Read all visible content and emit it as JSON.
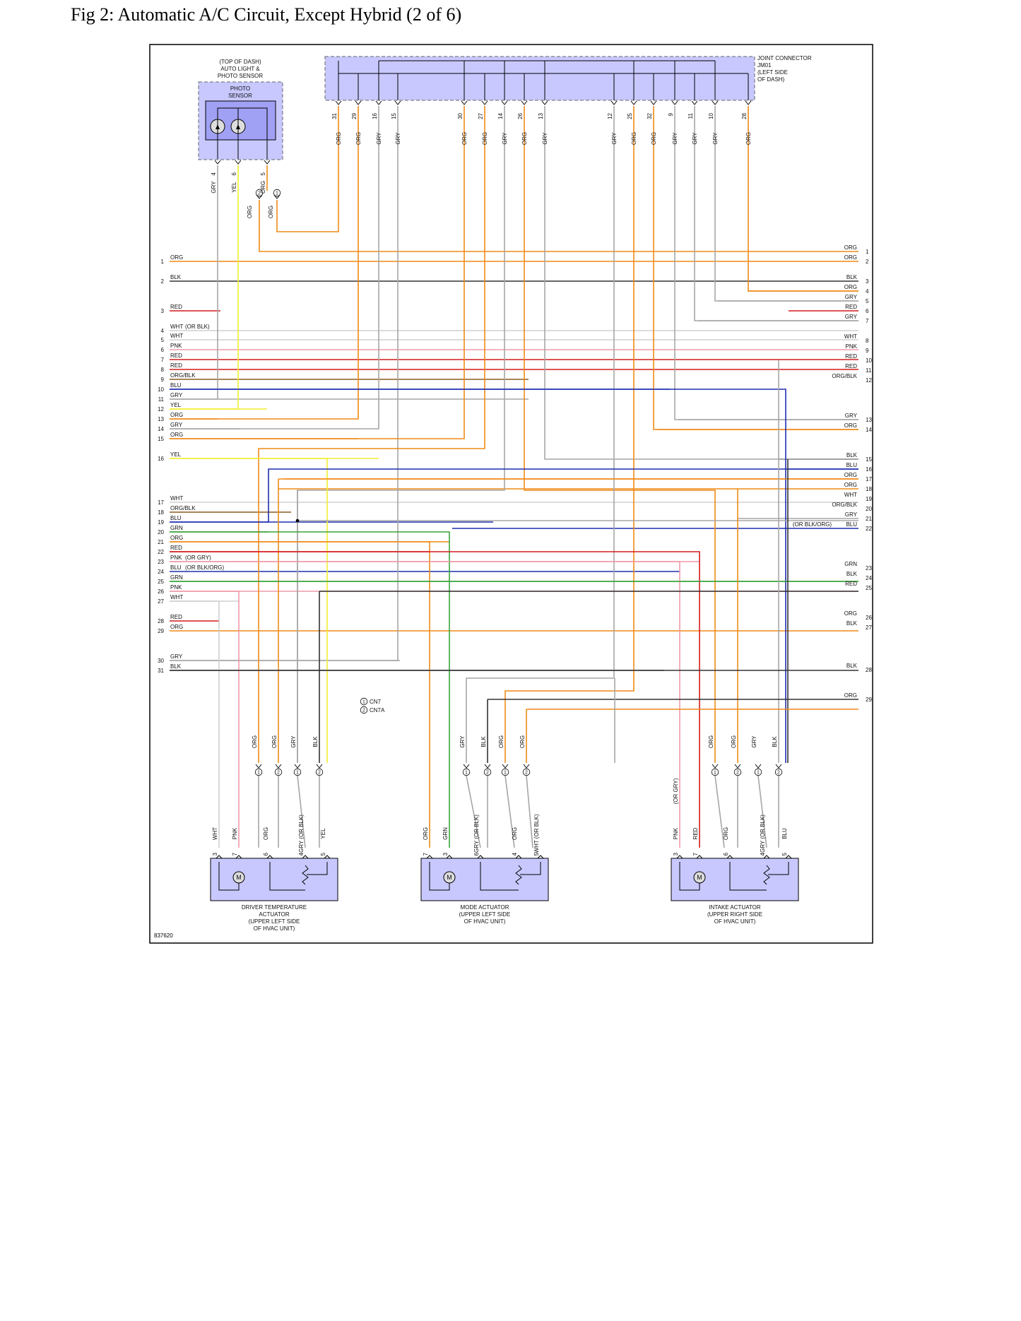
{
  "title": "Fig 2: Automatic A/C Circuit, Except Hybrid (2 of 6)",
  "figure_id": "837620",
  "colors": {
    "ORG": "#ef8a17",
    "BLK": "#333333",
    "RED": "#d41b1b",
    "GRY": "#a6a6a6",
    "WHT": "#d0d0d0",
    "PNK": "#ef9aa8",
    "BLU": "#1f2fb0",
    "YEL": "#f2ee30",
    "GRN": "#3aa33a",
    "ORG/BLK": "#8b5a1e",
    "box": "#c8c8ff",
    "box_inner": "#a0a0f4",
    "frame": "#000000"
  },
  "photo_sensor": {
    "caption": [
      "(TOP OF DASH)",
      "AUTO LIGHT &",
      "PHOTO SENSOR"
    ],
    "inner_label": [
      "PHOTO",
      "SENSOR"
    ],
    "pins": [
      {
        "num": "4",
        "color": "GRY"
      },
      {
        "num": "6",
        "color": "YEL"
      },
      {
        "num": "5",
        "color": "ORG"
      }
    ]
  },
  "joint_connector": {
    "label": [
      "JOINT CONNECTOR",
      "JM01",
      "(LEFT SIDE",
      "OF DASH)"
    ],
    "pins": [
      {
        "num": "31",
        "color": "ORG"
      },
      {
        "num": "29",
        "color": "ORG"
      },
      {
        "num": "16",
        "color": "GRY"
      },
      {
        "num": "15",
        "color": "GRY"
      },
      {
        "num": "30",
        "color": "ORG"
      },
      {
        "num": "27",
        "color": "ORG"
      },
      {
        "num": "14",
        "color": "GRY"
      },
      {
        "num": "26",
        "color": "ORG"
      },
      {
        "num": "13",
        "color": "GRY"
      },
      {
        "num": "12",
        "color": "GRY"
      },
      {
        "num": "25",
        "color": "ORG"
      },
      {
        "num": "32",
        "color": "ORG"
      },
      {
        "num": "9",
        "color": "GRY"
      },
      {
        "num": "11",
        "color": "GRY"
      },
      {
        "num": "10",
        "color": "GRY"
      },
      {
        "num": "28",
        "color": "ORG"
      }
    ]
  },
  "sensor_junction_labels": [
    "ORG",
    "ORG"
  ],
  "cn_legend": [
    {
      "mark": "1",
      "label": "CN7"
    },
    {
      "mark": "2",
      "label": "CN7A"
    }
  ],
  "left_bus": [
    {
      "num": "1",
      "color": "ORG"
    },
    {
      "num": "2",
      "color": "BLK"
    },
    {
      "num": "3",
      "color": "RED"
    },
    {
      "num": "4",
      "color": "WHT",
      "note": "(OR BLK)"
    },
    {
      "num": "5",
      "color": "WHT"
    },
    {
      "num": "6",
      "color": "PNK"
    },
    {
      "num": "7",
      "color": "RED"
    },
    {
      "num": "8",
      "color": "RED"
    },
    {
      "num": "9",
      "color": "ORG/BLK"
    },
    {
      "num": "10",
      "color": "BLU"
    },
    {
      "num": "11",
      "color": "GRY"
    },
    {
      "num": "12",
      "color": "YEL"
    },
    {
      "num": "13",
      "color": "ORG"
    },
    {
      "num": "14",
      "color": "GRY"
    },
    {
      "num": "15",
      "color": "ORG"
    },
    {
      "num": "16",
      "color": "YEL"
    },
    {
      "num": "17",
      "color": "WHT"
    },
    {
      "num": "18",
      "color": "ORG/BLK"
    },
    {
      "num": "19",
      "color": "BLU"
    },
    {
      "num": "20",
      "color": "GRN"
    },
    {
      "num": "21",
      "color": "ORG"
    },
    {
      "num": "22",
      "color": "RED"
    },
    {
      "num": "23",
      "color": "PNK",
      "note": "(OR GRY)"
    },
    {
      "num": "24",
      "color": "BLU",
      "note": "(OR BLK/ORG)"
    },
    {
      "num": "25",
      "color": "GRN"
    },
    {
      "num": "26",
      "color": "PNK"
    },
    {
      "num": "27",
      "color": "WHT"
    },
    {
      "num": "28",
      "color": "RED"
    },
    {
      "num": "29",
      "color": "ORG"
    },
    {
      "num": "30",
      "color": "GRY"
    },
    {
      "num": "31",
      "color": "BLK"
    }
  ],
  "right_bus": [
    {
      "num": "1",
      "color": "ORG"
    },
    {
      "num": "2",
      "color": "ORG"
    },
    {
      "num": "3",
      "color": "BLK"
    },
    {
      "num": "4",
      "color": "ORG"
    },
    {
      "num": "5",
      "color": "GRY"
    },
    {
      "num": "6",
      "color": "RED"
    },
    {
      "num": "7",
      "color": "GRY"
    },
    {
      "num": "8",
      "color": "WHT"
    },
    {
      "num": "9",
      "color": "PNK"
    },
    {
      "num": "10",
      "color": "RED"
    },
    {
      "num": "11",
      "color": "RED"
    },
    {
      "num": "12",
      "color": "ORG/BLK"
    },
    {
      "num": "13",
      "color": "GRY"
    },
    {
      "num": "14",
      "color": "ORG"
    },
    {
      "num": "15",
      "color": "BLK"
    },
    {
      "num": "16",
      "color": "BLU"
    },
    {
      "num": "17",
      "color": "ORG"
    },
    {
      "num": "18",
      "color": "ORG"
    },
    {
      "num": "19",
      "color": "WHT"
    },
    {
      "num": "20",
      "color": "ORG/BLK"
    },
    {
      "num": "21",
      "color": "GRY"
    },
    {
      "num": "22",
      "color": "BLU",
      "note": "(OR BLK/ORG)"
    },
    {
      "num": "23",
      "color": "GRN"
    },
    {
      "num": "24",
      "color": "BLK"
    },
    {
      "num": "25",
      "color": "RED"
    },
    {
      "num": "26",
      "color": "ORG"
    },
    {
      "num": "27",
      "color": "BLK"
    },
    {
      "num": "28",
      "color": "BLK"
    },
    {
      "num": "29",
      "color": "ORG"
    }
  ],
  "mid_connector_groups": [
    {
      "labels": [
        {
          "color": "ORG",
          "mark": "1"
        },
        {
          "color": "ORG",
          "mark": "2"
        }
      ]
    },
    {
      "labels": [
        {
          "color": "GRY",
          "mark": "1"
        },
        {
          "color": "BLK",
          "mark": "2"
        }
      ]
    },
    {
      "labels": [
        {
          "color": "GRY",
          "mark": "1"
        },
        {
          "color": "BLK",
          "mark": "2"
        }
      ]
    },
    {
      "labels": [
        {
          "color": "ORG",
          "mark": "1"
        },
        {
          "color": "ORG",
          "mark": "2"
        }
      ]
    },
    {
      "labels": [
        {
          "color": "ORG",
          "mark": "1"
        },
        {
          "color": "ORG",
          "mark": "2"
        }
      ]
    },
    {
      "labels": [
        {
          "color": "GRY",
          "mark": "1"
        },
        {
          "color": "BLK",
          "mark": "2"
        }
      ]
    }
  ],
  "actuators": [
    {
      "caption": [
        "DRIVER TEMPERATURE",
        "ACTUATOR",
        "(UPPER LEFT SIDE",
        "OF HVAC UNIT)"
      ],
      "pins": [
        {
          "num": "3",
          "label": "WHT"
        },
        {
          "num": "7",
          "label": "PNK"
        },
        {
          "num": "6",
          "label": "ORG"
        },
        {
          "num": "4",
          "label": "GRY (OR BLK)"
        },
        {
          "num": "5",
          "label": "YEL"
        }
      ],
      "motor": "M"
    },
    {
      "caption": [
        "MODE ACTUATOR",
        "(UPPER LEFT SIDE",
        "OF HVAC UNIT)"
      ],
      "pins": [
        {
          "num": "7",
          "label": "ORG"
        },
        {
          "num": "3",
          "label": "GRN"
        },
        {
          "num": "6",
          "label": "GRY (OR BLK)"
        },
        {
          "num": "4",
          "label": "ORG"
        },
        {
          "num": "5",
          "label": "WHT  (OR BLK)"
        }
      ],
      "motor": "M"
    },
    {
      "caption": [
        "INTAKE ACTUATOR",
        "(UPPER RIGHT SIDE",
        "OF HVAC UNIT)"
      ],
      "pins": [
        {
          "num": "3",
          "label": "PNK",
          "extra": "(OR GRY)"
        },
        {
          "num": "7",
          "label": "RED"
        },
        {
          "num": "6",
          "label": "ORG"
        },
        {
          "num": "4",
          "label": "GRY (OR BLK)"
        },
        {
          "num": "5",
          "label": "BLU"
        }
      ],
      "motor": "M"
    }
  ]
}
